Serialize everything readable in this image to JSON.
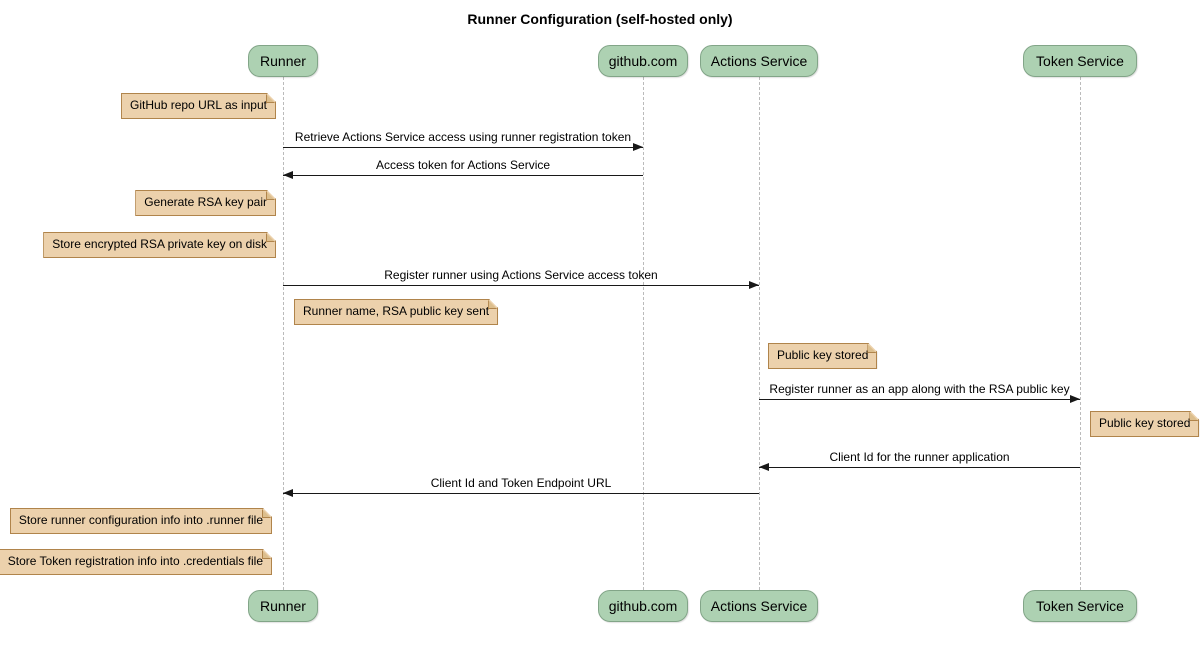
{
  "title": "Runner Configuration (self-hosted only)",
  "participants": [
    {
      "name": "Runner"
    },
    {
      "name": "github.com"
    },
    {
      "name": "Actions Service"
    },
    {
      "name": "Token Service"
    }
  ],
  "messages": [
    {
      "from": "Runner",
      "to": "github.com",
      "direction": "right",
      "label": "Retrieve Actions Service access using runner registration token"
    },
    {
      "from": "github.com",
      "to": "Runner",
      "direction": "left",
      "label": "Access token for Actions Service"
    },
    {
      "from": "Runner",
      "to": "Actions Service",
      "direction": "right",
      "label": "Register runner using Actions Service access token"
    },
    {
      "from": "Actions Service",
      "to": "Token Service",
      "direction": "right",
      "label": "Register runner as an app along with the RSA public key"
    },
    {
      "from": "Token Service",
      "to": "Actions Service",
      "direction": "left",
      "label": "Client Id for the runner application"
    },
    {
      "from": "Actions Service",
      "to": "Runner",
      "direction": "left",
      "label": "Client Id and Token Endpoint URL"
    }
  ],
  "notes": [
    {
      "text": "GitHub repo URL as input",
      "placement": "left of Runner"
    },
    {
      "text": "Generate RSA key pair",
      "placement": "left of Runner"
    },
    {
      "text": "Store encrypted RSA private key on disk",
      "placement": "left of Runner"
    },
    {
      "text": "Runner name, RSA public key sent",
      "placement": "right of Runner"
    },
    {
      "text": "Public key stored",
      "placement": "right of Actions Service"
    },
    {
      "text": "Public key stored",
      "placement": "right of Token Service"
    },
    {
      "text": "Store runner configuration info into .runner file",
      "placement": "left of Runner"
    },
    {
      "text": "Store Token registration info into .credentials file",
      "placement": "left of Runner"
    }
  ],
  "colors": {
    "participant_fill": "#ADD1B2",
    "participant_border": "#82A588",
    "note_fill": "#ECD1AC",
    "note_border": "#B0844B",
    "note_fold": "#DCBE8D",
    "line": "#181818",
    "lifeline": "#BBBBBB",
    "text": "#000000",
    "background": "#FFFFFF"
  }
}
